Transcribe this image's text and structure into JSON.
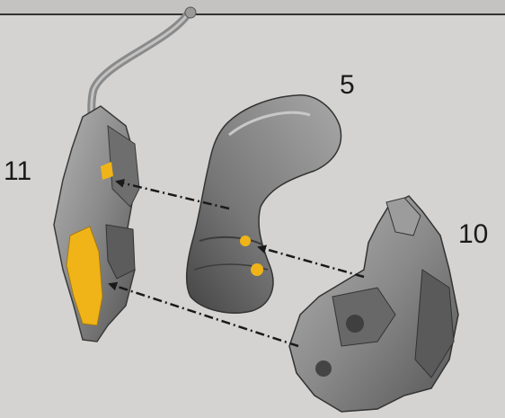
{
  "labels": {
    "part_a": "5",
    "part_b": "11",
    "part_c": "10"
  },
  "colors": {
    "background": "#d4d3d1",
    "top_band": "#c9c8c6",
    "part_metal": "#8a8a8a",
    "part_dark": "#4a4a4a",
    "highlight": "#f0b418",
    "arrow": "#1a1a1a"
  }
}
